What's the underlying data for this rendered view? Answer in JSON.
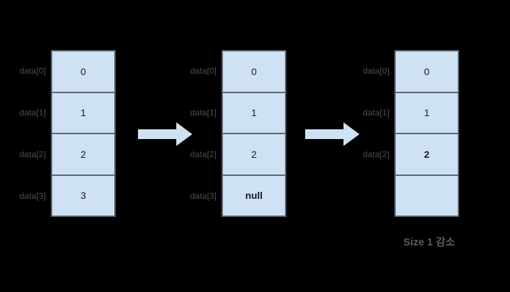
{
  "diagram": {
    "caption": "Size 1 감소",
    "colors": {
      "background": "#000000",
      "cell_fill": "#cfe2f3",
      "cell_border": "#5a6572",
      "value_text": "#15181c",
      "label_text": "#4c5157",
      "caption_text": "#585d64",
      "arrow_fill": "#cfe2f3"
    },
    "columns": [
      {
        "name": "array-before-pop",
        "labels": [
          "data[0]",
          "data[1]",
          "data[2]",
          "data[3]"
        ],
        "cells": [
          "0",
          "1",
          "2",
          "3"
        ]
      },
      {
        "name": "array-after-null",
        "labels": [
          "data[0]",
          "data[1]",
          "data[2]",
          "data[3]"
        ],
        "cells": [
          "0",
          "1",
          "2",
          "null"
        ]
      },
      {
        "name": "array-after-size-decrease",
        "labels": [
          "data[0]",
          "data[1]",
          "data[2]"
        ],
        "cells": [
          "0",
          "1",
          "2",
          ""
        ]
      }
    ]
  }
}
